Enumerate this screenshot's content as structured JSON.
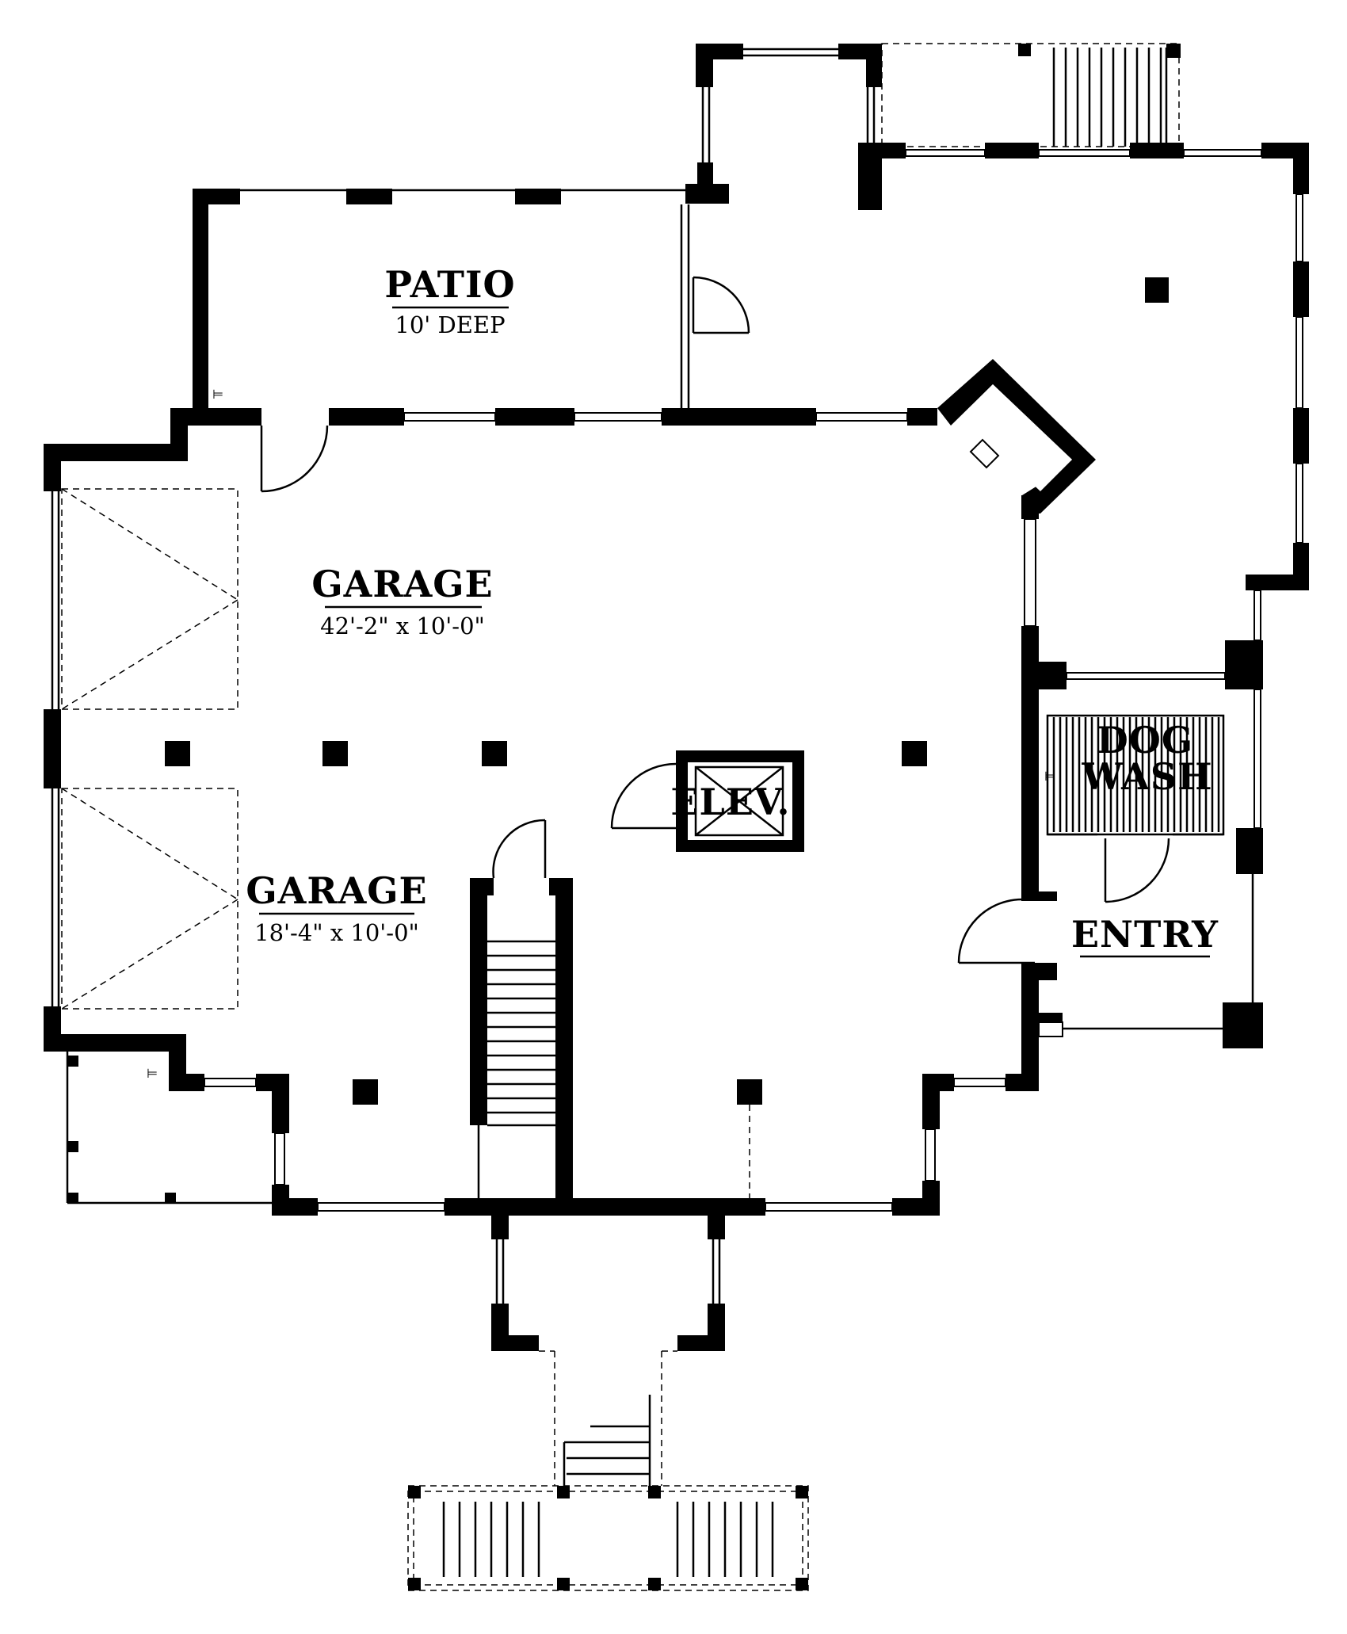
{
  "rooms": {
    "patio": {
      "name": "PATIO",
      "note": "10' DEEP"
    },
    "garage1": {
      "name": "GARAGE",
      "size": "42'-2\" x 10'-0\""
    },
    "garage2": {
      "name": "GARAGE",
      "size": "18'-4\" x 10'-0\""
    },
    "elevator": {
      "name": "ELEV."
    },
    "dog_wash": {
      "line1": "DOG",
      "line2": "WASH"
    },
    "entry": {
      "name": "ENTRY"
    }
  }
}
